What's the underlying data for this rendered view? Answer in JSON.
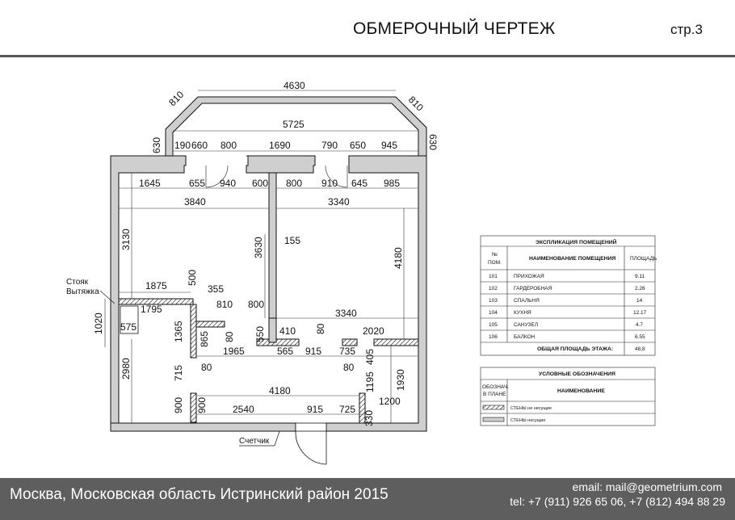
{
  "header": {
    "title": "ОБМЕРОЧНЫЙ ЧЕРТЕЖ",
    "page": "стр.3"
  },
  "dimensions": {
    "balcony_top": "4630",
    "balcony_diag_left": "810",
    "balcony_diag_right": "810",
    "balcony_inner": "5725",
    "balcony_side_left": "630",
    "balcony_side_right": "630",
    "facade_190": "190",
    "facade_660": "660",
    "facade_800": "800",
    "facade_1690": "1690",
    "facade_790": "790",
    "facade_650": "650",
    "facade_945": "945",
    "room_1645": "1645",
    "room_655": "655",
    "room_940": "940",
    "room_600": "600",
    "room_800b": "800",
    "room_910": "910",
    "room_645": "645",
    "room_985": "985",
    "room_3840": "3840",
    "room_3340": "3340",
    "room_3130": "3130",
    "room_3630": "3630",
    "room_155": "155",
    "room_4180_v": "4180",
    "room_500": "500",
    "room_1875": "1875",
    "room_355": "355",
    "room_1795": "1795",
    "room_810": "810",
    "room_800c": "800",
    "room_3340b": "3340",
    "room_1020": "1020",
    "room_575": "575",
    "room_1365": "1365",
    "room_865": "865",
    "room_80a": "80",
    "room_550": "550",
    "room_410": "410",
    "room_80b": "80",
    "room_2020": "2020",
    "room_1965": "1965",
    "room_565": "565",
    "room_915a": "915",
    "room_735": "735",
    "room_405": "405",
    "room_2980": "2980",
    "room_715": "715",
    "room_80c": "80",
    "room_80d": "80",
    "room_1195": "1195",
    "room_1930": "1930",
    "room_4180_h": "4180",
    "room_1200": "1200",
    "room_900a": "900",
    "room_900b": "900",
    "room_2540": "2540",
    "room_915b": "915",
    "room_725": "725",
    "room_330": "330"
  },
  "notes": {
    "riser_line1": "Стояк",
    "riser_line2": "Вытяжка",
    "meter": "Счетчик"
  },
  "rooms_table": {
    "title": "ЭКСПЛИКАЦИЯ ПОМЕЩЕНИЙ",
    "headers": {
      "num_line1": "№",
      "num_line2": "ПОМ.",
      "name": "НАИМЕНОВАНИЕ ПОМЕЩЕНИЯ",
      "area": "ПЛОЩАДЬ"
    },
    "rows": [
      {
        "num": "101",
        "name": "ПРИХОЖАЯ",
        "area": "9.11"
      },
      {
        "num": "102",
        "name": "ГАРДЕРОБНАЯ",
        "area": "2.26"
      },
      {
        "num": "103",
        "name": "СПАЛЬНЯ",
        "area": "14"
      },
      {
        "num": "104",
        "name": "КУХНЯ",
        "area": "12.17"
      },
      {
        "num": "105",
        "name": "САНУЗЕЛ",
        "area": "4.7"
      },
      {
        "num": "106",
        "name": "БАЛКОН",
        "area": "6.55"
      }
    ],
    "total_label": "ОБЩАЯ ПЛОЩАДЬ ЭТАЖА:",
    "total_value": "48,8"
  },
  "legend_table": {
    "title": "УСЛОВНЫЕ ОБОЗНАЧЕНИЯ",
    "header_code_line1": "ОБОЗНАЧ.",
    "header_code_line2": "В ПЛАНЕ",
    "header_name": "НАИМЕНОВАНИЕ",
    "rows": [
      {
        "name": "СТЕНЫ не несущие"
      },
      {
        "name": "СТЕНЫ несущие"
      }
    ]
  },
  "footer": {
    "location": "Москва, Московская область Истринский район 2015",
    "email": "email: mail@geometrium.com",
    "tel": "tel: +7 (911) 926 65 06,  +7 (812) 494 88 29"
  }
}
